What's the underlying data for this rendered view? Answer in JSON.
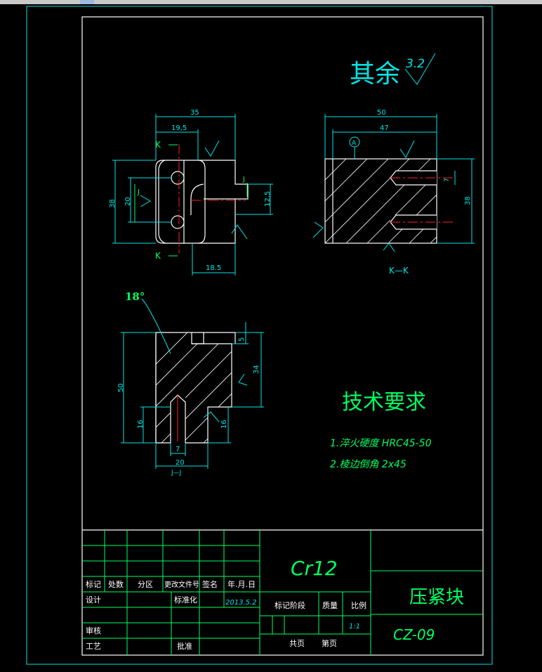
{
  "roughness": {
    "label": "其余",
    "value": "3.2"
  },
  "section_label": "K—K",
  "view_marks": {
    "k": "K",
    "j": "J",
    "jj": "J—J",
    "a": "A"
  },
  "angle_label": "18°",
  "dims": {
    "top_35": "35",
    "top_19_5": "19,5",
    "left_38": "38",
    "left_20": "20",
    "right_12_5": "12,5",
    "bottom_18_5": "18.5",
    "sec_50": "50",
    "sec_47": "47",
    "sec_38": "38",
    "sec_7": "7",
    "jj_50": "50",
    "jj_5": "5",
    "jj_34": "34",
    "jj_16a": "16",
    "jj_16b": "16",
    "jj_7": "7",
    "jj_20": "20"
  },
  "tech": {
    "title": "技术要求",
    "line1": "1.淬火硬度 HRC45-50",
    "line2": "2.棱边倒角 2x45"
  },
  "title_block": {
    "material": "Cr12",
    "part_name": "压紧块",
    "drawing_no": "CZ-09",
    "h_mark": "标记",
    "h_count": "处数",
    "h_zone": "分区",
    "h_doc": "更改文件号",
    "h_sign": "签名",
    "h_date": "年.月.日",
    "design": "设计",
    "standard": "标准化",
    "date_value": "2013.5.2",
    "stage": "标记阶段",
    "weight": "质量",
    "scale_label": "比例",
    "scale_value": "1:1",
    "review": "审核",
    "process": "工艺",
    "approve": "批准",
    "total_sheets": "共页",
    "sheet_no": "第页"
  }
}
